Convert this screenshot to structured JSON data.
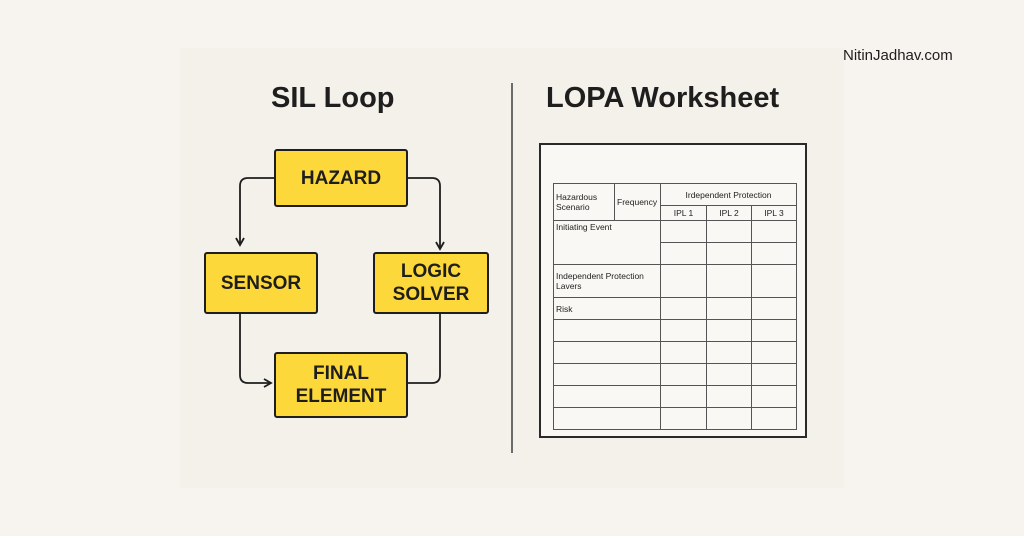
{
  "site": "NitinJadhav.com",
  "sil": {
    "title": "SIL Loop",
    "nodes": {
      "hazard": "HAZARD",
      "sensor": "SENSOR",
      "logic_solver": "LOGIC\nSOLVER",
      "final_element": "FINAL\nELEMENT"
    }
  },
  "lopa": {
    "title": "LOPA Worksheet",
    "headers": {
      "scenario": "Hazardous Scenario",
      "frequency": "Frequency",
      "protection": "Irdependent Protection",
      "ipl1": "IPL 1",
      "ipl2": "IPL 2",
      "ipl3": "IPL 3"
    },
    "rows": {
      "initiating": "Initiating Event",
      "layers": "Independent Protection Lavers",
      "risk": "Risk"
    }
  },
  "colors": {
    "node_fill": "#fcd83a",
    "outline": "#1e1e1e",
    "background": "#f7f4ef"
  }
}
